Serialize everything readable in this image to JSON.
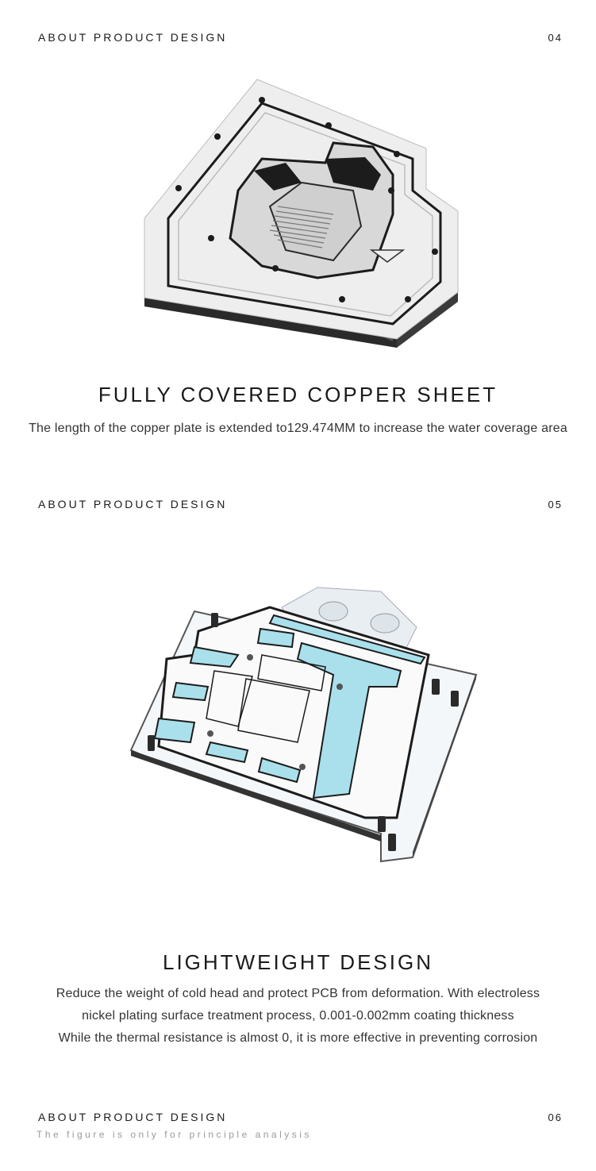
{
  "section1": {
    "header": "ABOUT PRODUCT DESIGN",
    "number": "04",
    "title": "FULLY COVERED COPPER SHEET",
    "description": "The length of the copper plate is extended to129.474MM to increase the water coverage area"
  },
  "section2": {
    "header": "ABOUT PRODUCT DESIGN",
    "number": "05",
    "title": "LIGHTWEIGHT DESIGN",
    "description_lines": [
      "Reduce the weight of cold head and protect PCB from deformation. With electroless",
      "nickel plating surface treatment process, 0.001-0.002mm coating thickness",
      "While the thermal resistance is almost 0, it is more effective in preventing corrosion"
    ]
  },
  "section3": {
    "header": "ABOUT PRODUCT DESIGN",
    "number": "06",
    "note": "The figure is only for principle analysis"
  },
  "colors": {
    "text": "#1a1a1a",
    "pad_blue": "#a9e0ec",
    "metal_dark": "#1c1c1c",
    "note_gray": "#9a9a9a"
  },
  "images": [
    "copper-plate-image",
    "waterblock-backplate-image"
  ]
}
